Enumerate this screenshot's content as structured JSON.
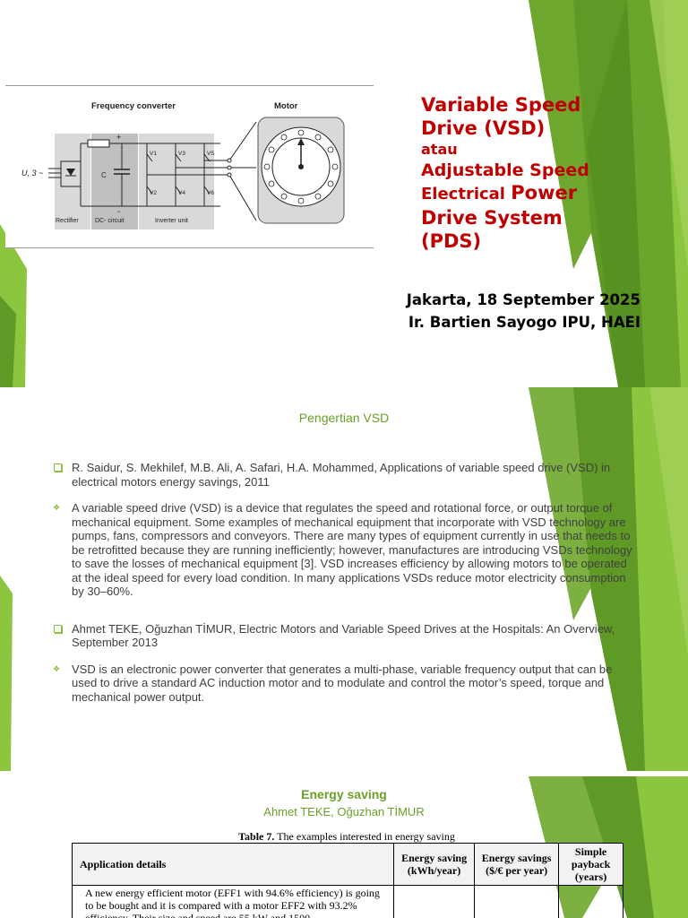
{
  "slide1": {
    "diagram": {
      "label_frequency_converter": "Frequency converter",
      "label_motor": "Motor",
      "label_input": "U, 3 ~",
      "label_plus": "+",
      "label_minus": "-",
      "label_c": "C",
      "switches": [
        "V1",
        "V3",
        "V5",
        "V2",
        "V4",
        "V6"
      ],
      "label_rectifier": "Rectifier",
      "label_dc_circuit": "DC- circuit",
      "label_inverter_unit": "Inverter unit"
    },
    "title_line1": "Variable Speed",
    "title_line2": "Drive (VSD)",
    "title_atau": "atau",
    "title_line3": "Adjustable Speed",
    "title_line4a": "Electrical ",
    "title_line4b": "Power",
    "title_line5": "Drive System",
    "title_line6": "(PDS)",
    "date_line": "Jakarta, 18 September 2025",
    "author_line": "Ir. Bartien Sayogo IPU, HAEI"
  },
  "slide2": {
    "title": "Pengertian VSD",
    "items": [
      {
        "type": "square",
        "text": "R. Saidur, S. Mekhilef, M.B. Ali, A. Safari, H.A. Mohammed, Applications of variable speed drive (VSD) in electrical motors energy savings, 2011"
      },
      {
        "type": "star",
        "text": "A variable speed drive (VSD) is a device that regulates the speed and rotational force, or output torque of mechanical equipment. Some examples of mechanical equipment that incorporate with VSD technology are pumps, fans, compressors and conveyors. There are many types of equipment currently in use that needs to be retrofitted because they are running inefficiently; however, manufactures are introducing VSDs technology to save the losses of mechanical equipment [3]. VSD increases efficiency by allowing motors to be operated at the ideal speed for every load condition. In many applications VSDs reduce motor electricity consumption by 30–60%."
      },
      {
        "type": "square",
        "text": "Ahmet TEKE, Oğuzhan TİMUR, Electric Motors and Variable Speed Drives at the Hospitals: An Overview, September 2013"
      },
      {
        "type": "star",
        "text": "VSD is an electronic power converter that generates a multi-phase, variable frequency output that can be used to drive a standard AC induction motor and to modulate and control the motor’s speed, torque and mechanical power output."
      }
    ]
  },
  "slide3": {
    "title": "Energy saving",
    "subtitle": "Ahmet TEKE, Oğuzhan TİMUR",
    "caption_bold": "Table 7.",
    "caption_rest": " The examples interested in energy saving",
    "headers": {
      "application": "Application details",
      "energy_saving": "Energy saving (kWh/year)",
      "energy_savings_money": "Energy savings ($/€ per year)",
      "payback": "Simple payback (years)"
    },
    "row1_text": "A new energy efficient motor (EFF1 with 94.6% efficiency) is going to be bought and it is compared with a motor EFF2 with 93.2% efficiency. Their size and speed are 55 kW and 1500"
  },
  "colors": {
    "title_red": "#c00000",
    "accent_green": "#6aa127",
    "bullet_green": "#8cbf3f"
  }
}
